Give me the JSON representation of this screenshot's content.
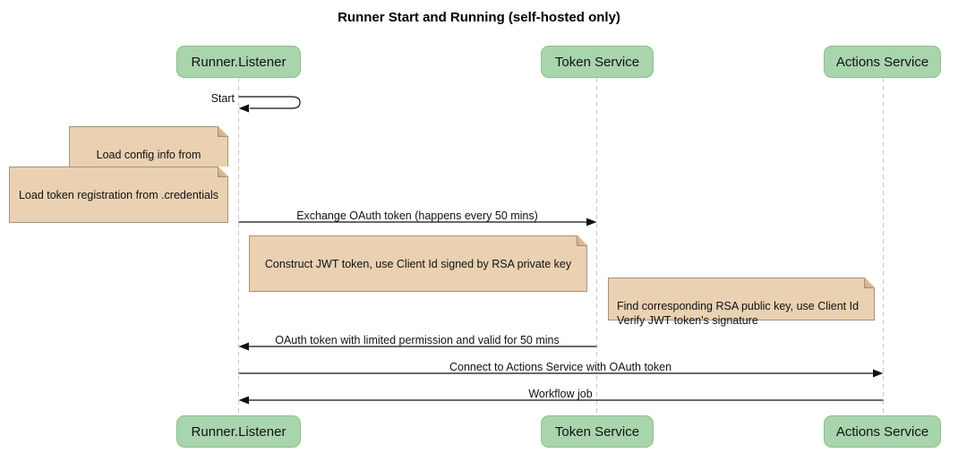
{
  "diagram": {
    "title": "Runner Start and Running (self-hosted only)",
    "type": "sequence-diagram",
    "participants": [
      {
        "id": "runner-listener",
        "label": "Runner.Listener"
      },
      {
        "id": "token-service",
        "label": "Token Service"
      },
      {
        "id": "actions-service",
        "label": "Actions Service"
      }
    ],
    "messages": [
      {
        "from": "Runner.Listener",
        "to": "Runner.Listener",
        "label": "Start",
        "type": "self"
      },
      {
        "from": "Runner.Listener",
        "to": "Token Service",
        "label": "Exchange OAuth token (happens every 50 mins)",
        "type": "solid-arrow-right"
      },
      {
        "from": "Token Service",
        "to": "Runner.Listener",
        "label": "OAuth token with limited permission and valid for 50 mins",
        "type": "solid-arrow-left"
      },
      {
        "from": "Runner.Listener",
        "to": "Actions Service",
        "label": "Connect to Actions Service with OAuth token",
        "type": "solid-arrow-right"
      },
      {
        "from": "Actions Service",
        "to": "Runner.Listener",
        "label": "Workflow job",
        "type": "solid-arrow-left"
      }
    ],
    "notes": [
      {
        "text": "Load config info from .runner",
        "position": "left of Runner.Listener"
      },
      {
        "text": "Load token registration from .credentials",
        "position": "left of Runner.Listener"
      },
      {
        "text": "Construct JWT token, use Client Id signed by RSA private key",
        "position": "right of Runner.Listener"
      },
      {
        "text": "Find corresponding RSA public key, use Client Id\nVerify JWT token's signature",
        "position": "left of Actions Service"
      }
    ],
    "colors": {
      "background": "#FFFFFF",
      "participant_fill": "#A8D5AB",
      "participant_border": "#8CBE91",
      "note_fill": "#E9D1B2",
      "note_border": "#A5937C",
      "lifeline": "#C9C9C9",
      "arrow": "#111111",
      "text": "#1A1A1A"
    }
  }
}
